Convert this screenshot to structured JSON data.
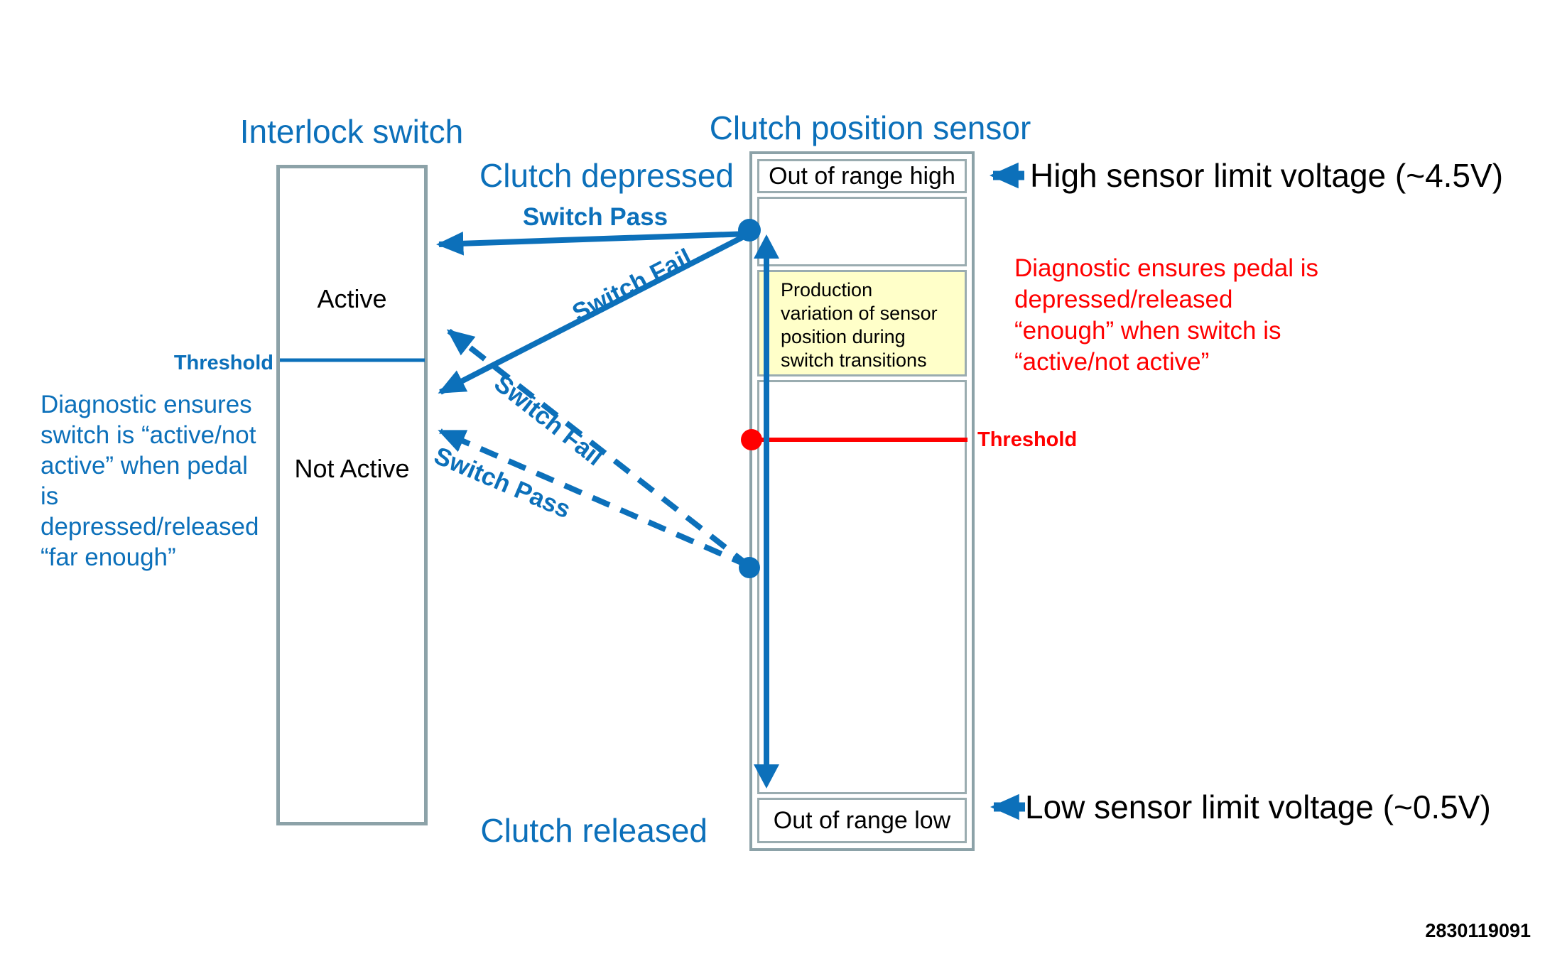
{
  "titles": {
    "interlock": "Interlock switch",
    "sensor": "Clutch position sensor"
  },
  "interlock_box": {
    "active": "Active",
    "not_active": "Not Active",
    "threshold_label": "Threshold"
  },
  "sensor_box": {
    "out_of_range_high": "Out of range high",
    "production_note": "Production\nvariation of sensor\nposition during\nswitch transitions",
    "out_of_range_low": "Out of range low",
    "threshold_label": "Threshold"
  },
  "states": {
    "clutch_depressed": "Clutch depressed",
    "clutch_released": "Clutch released"
  },
  "arrows": {
    "switch_pass_solid": "Switch Pass",
    "switch_fail_solid": "Switch Fail",
    "switch_fail_dashed": "Switch Fail",
    "switch_pass_dashed": "Switch Pass"
  },
  "limits": {
    "high": "High sensor limit voltage (~4.5V)",
    "low": "Low sensor limit voltage (~0.5V)"
  },
  "notes": {
    "switch_diagnostic": "Diagnostic ensures\nswitch is “active/not\nactive” when pedal\nis\ndepressed/released\n“far enough”",
    "pedal_diagnostic": "Diagnostic ensures pedal is\ndepressed/released\n“enough” when switch is\n“active/not active”"
  },
  "doc_number": "2830119091",
  "colors": {
    "blue": "#0C70BA",
    "red": "#FF0000",
    "border_gray": "#8CA2A8",
    "yellow": "#FFFFC9"
  }
}
